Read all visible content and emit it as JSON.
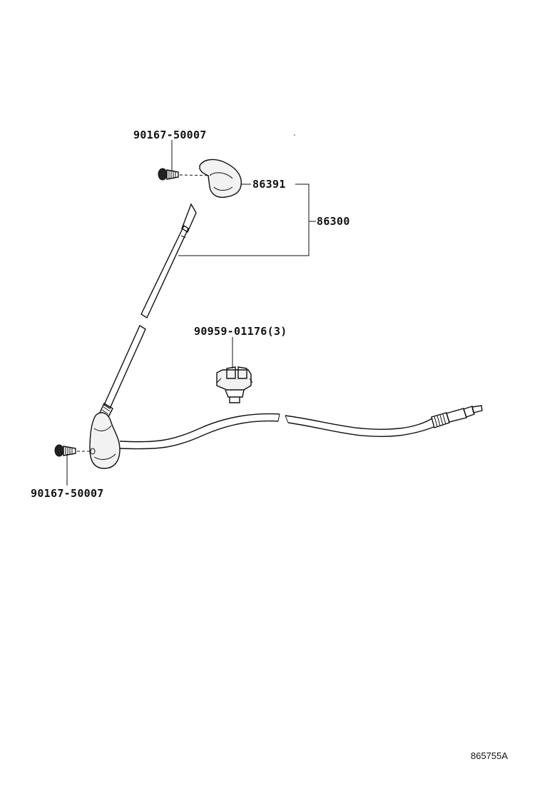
{
  "labels": {
    "screw_top": "90167-50007",
    "cover": "86391",
    "antenna_assembly": "86300",
    "clamp": "90959-01176(3)",
    "screw_bottom": "90167-50007"
  },
  "diagram_id": "865755A",
  "colors": {
    "ink": "#111111",
    "paper": "#ffffff"
  }
}
